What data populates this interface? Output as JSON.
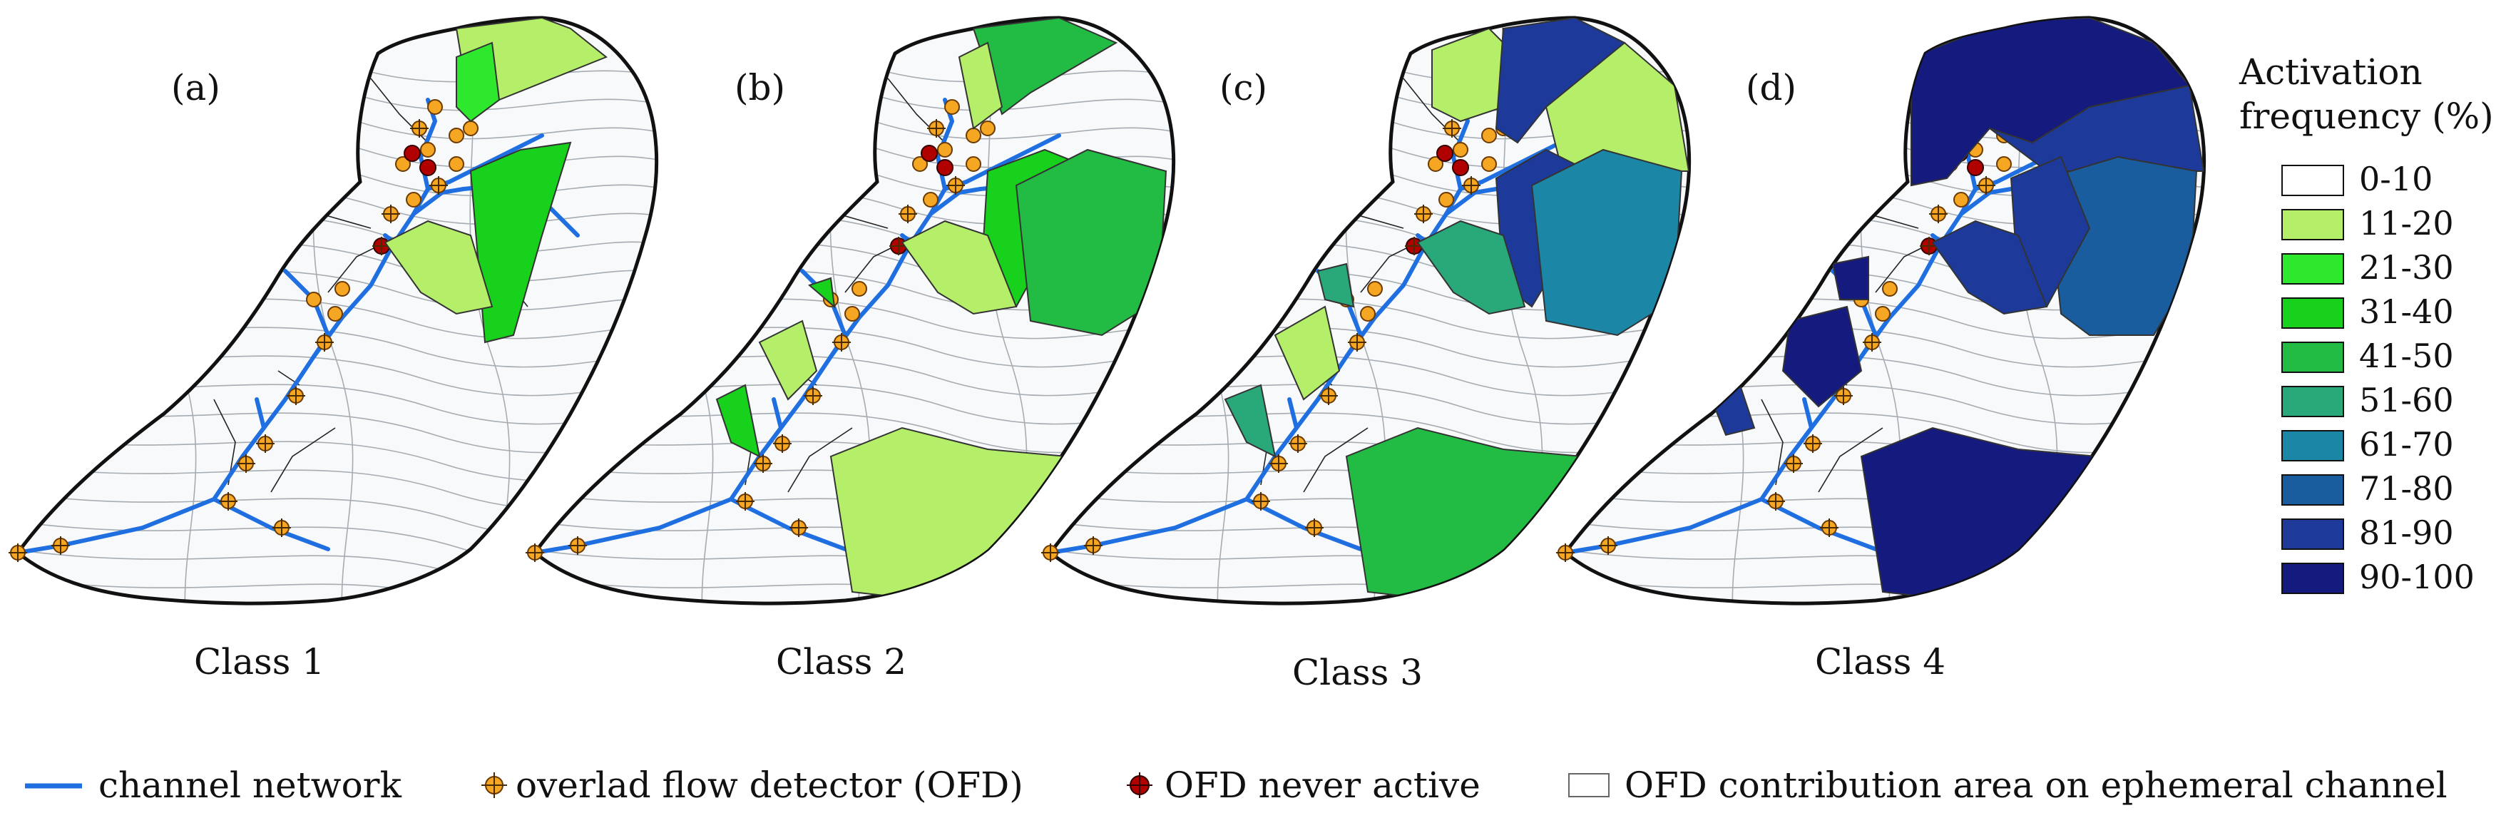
{
  "panels": [
    {
      "letter": "(a)",
      "class_label": "Class 1"
    },
    {
      "letter": "(b)",
      "class_label": "Class 2"
    },
    {
      "letter": "(c)",
      "class_label": "Class 3"
    },
    {
      "letter": "(d)",
      "class_label": "Class 4"
    }
  ],
  "legend": {
    "title_line1": "Activation",
    "title_line2": "frequency (%)",
    "classes": [
      {
        "label": "0-10",
        "color": "#ffffff"
      },
      {
        "label": "11-20",
        "color": "#b5ef6a"
      },
      {
        "label": "21-30",
        "color": "#2ee82e"
      },
      {
        "label": "31-40",
        "color": "#18d11c"
      },
      {
        "label": "41-50",
        "color": "#22bb44"
      },
      {
        "label": "51-60",
        "color": "#29a87a"
      },
      {
        "label": "61-70",
        "color": "#1c86a6"
      },
      {
        "label": "71-80",
        "color": "#1a5d9e"
      },
      {
        "label": "81-90",
        "color": "#1d3a9a"
      },
      {
        "label": "90-100",
        "color": "#141a7e"
      }
    ]
  },
  "bottom_legend": {
    "channel": "channel network",
    "ofd": "overlad flow detector (OFD)",
    "never": "OFD never active",
    "area": "OFD contribution area on ephemeral channel"
  },
  "colors": {
    "channel": "#1f6fe0",
    "ofd_fill": "#f5a623",
    "never_fill": "#b00000",
    "outline": "#111111",
    "contour": "#9aa3aa"
  }
}
